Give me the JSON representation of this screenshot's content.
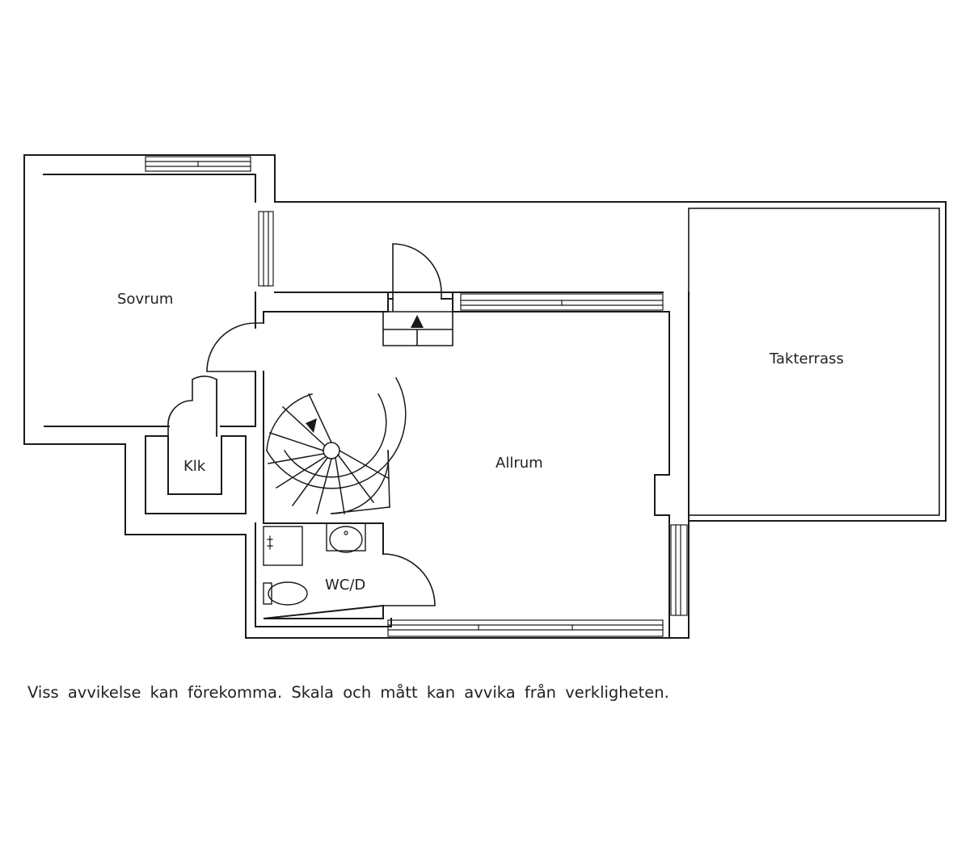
{
  "rooms": {
    "sovrum": "Sovrum",
    "takterrass": "Takterrass",
    "klk": "Klk",
    "allrum": "Allrum",
    "wcd": "WC/D"
  },
  "disclaimer": "Viss avvikelse kan förekomma. Skala och mått kan avvika från verkligheten.",
  "colors": {
    "line": "#1a1a1a",
    "background": "#ffffff"
  }
}
